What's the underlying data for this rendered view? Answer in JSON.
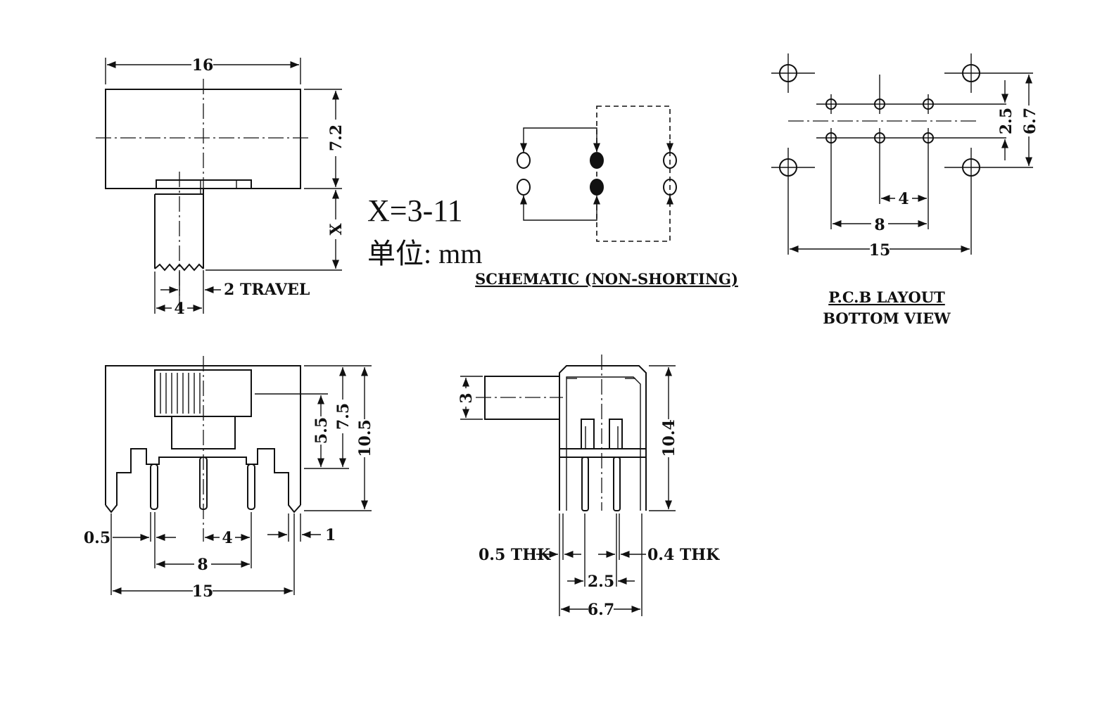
{
  "drawing": {
    "top_view": {
      "width_label": "16",
      "height_label": "7.2",
      "stroke_label": "X",
      "travel_label": "2 TRAVEL",
      "actuator_label": "4"
    },
    "note": {
      "x_range": "X=3-11",
      "unit": "单位: mm"
    },
    "schematic": {
      "caption": "SCHEMATIC (NON-SHORTING)"
    },
    "pcb_layout": {
      "caption_line1": "P.C.B LAYOUT",
      "caption_line2": "BOTTOM VIEW",
      "row_pitch_label": "2.5",
      "outer_pitch_label": "6.7",
      "pin_pitch_label": "4",
      "pin_span_label": "8",
      "mount_span_label": "15"
    },
    "front_view": {
      "pin_width_label": "0.5",
      "pin_pitch_label": "4",
      "tab_width_label": "1",
      "pin_span_label": "8",
      "mount_span_label": "15",
      "height_a_label": "5.5",
      "height_b_label": "7.5",
      "height_c_label": "10.5"
    },
    "side_view": {
      "actuator_label": "3",
      "height_label": "10.4",
      "thk_left_label": "0.5 THK",
      "thk_right_label": "0.4 THK",
      "row_pitch_label": "2.5",
      "outer_width_label": "6.7"
    }
  }
}
